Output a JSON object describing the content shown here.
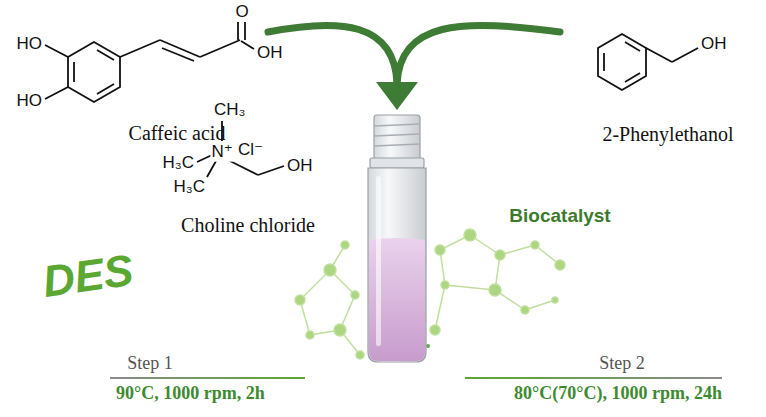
{
  "diagram": {
    "labels": [
      "HO",
      "HO",
      "O",
      "OH",
      "Caffeic acid",
      "CH₃",
      "N⁺",
      "Cl⁻",
      "H₃C",
      "H₃C",
      "OH",
      "Choline chloride",
      "OH",
      "2-Phenylethanol",
      "DES",
      "Biocatalyst",
      "Step 1",
      "90°C, 1000 rpm, 2h",
      "Step 2",
      "80°C(70°C), 1000 rpm, 24h"
    ]
  }
}
